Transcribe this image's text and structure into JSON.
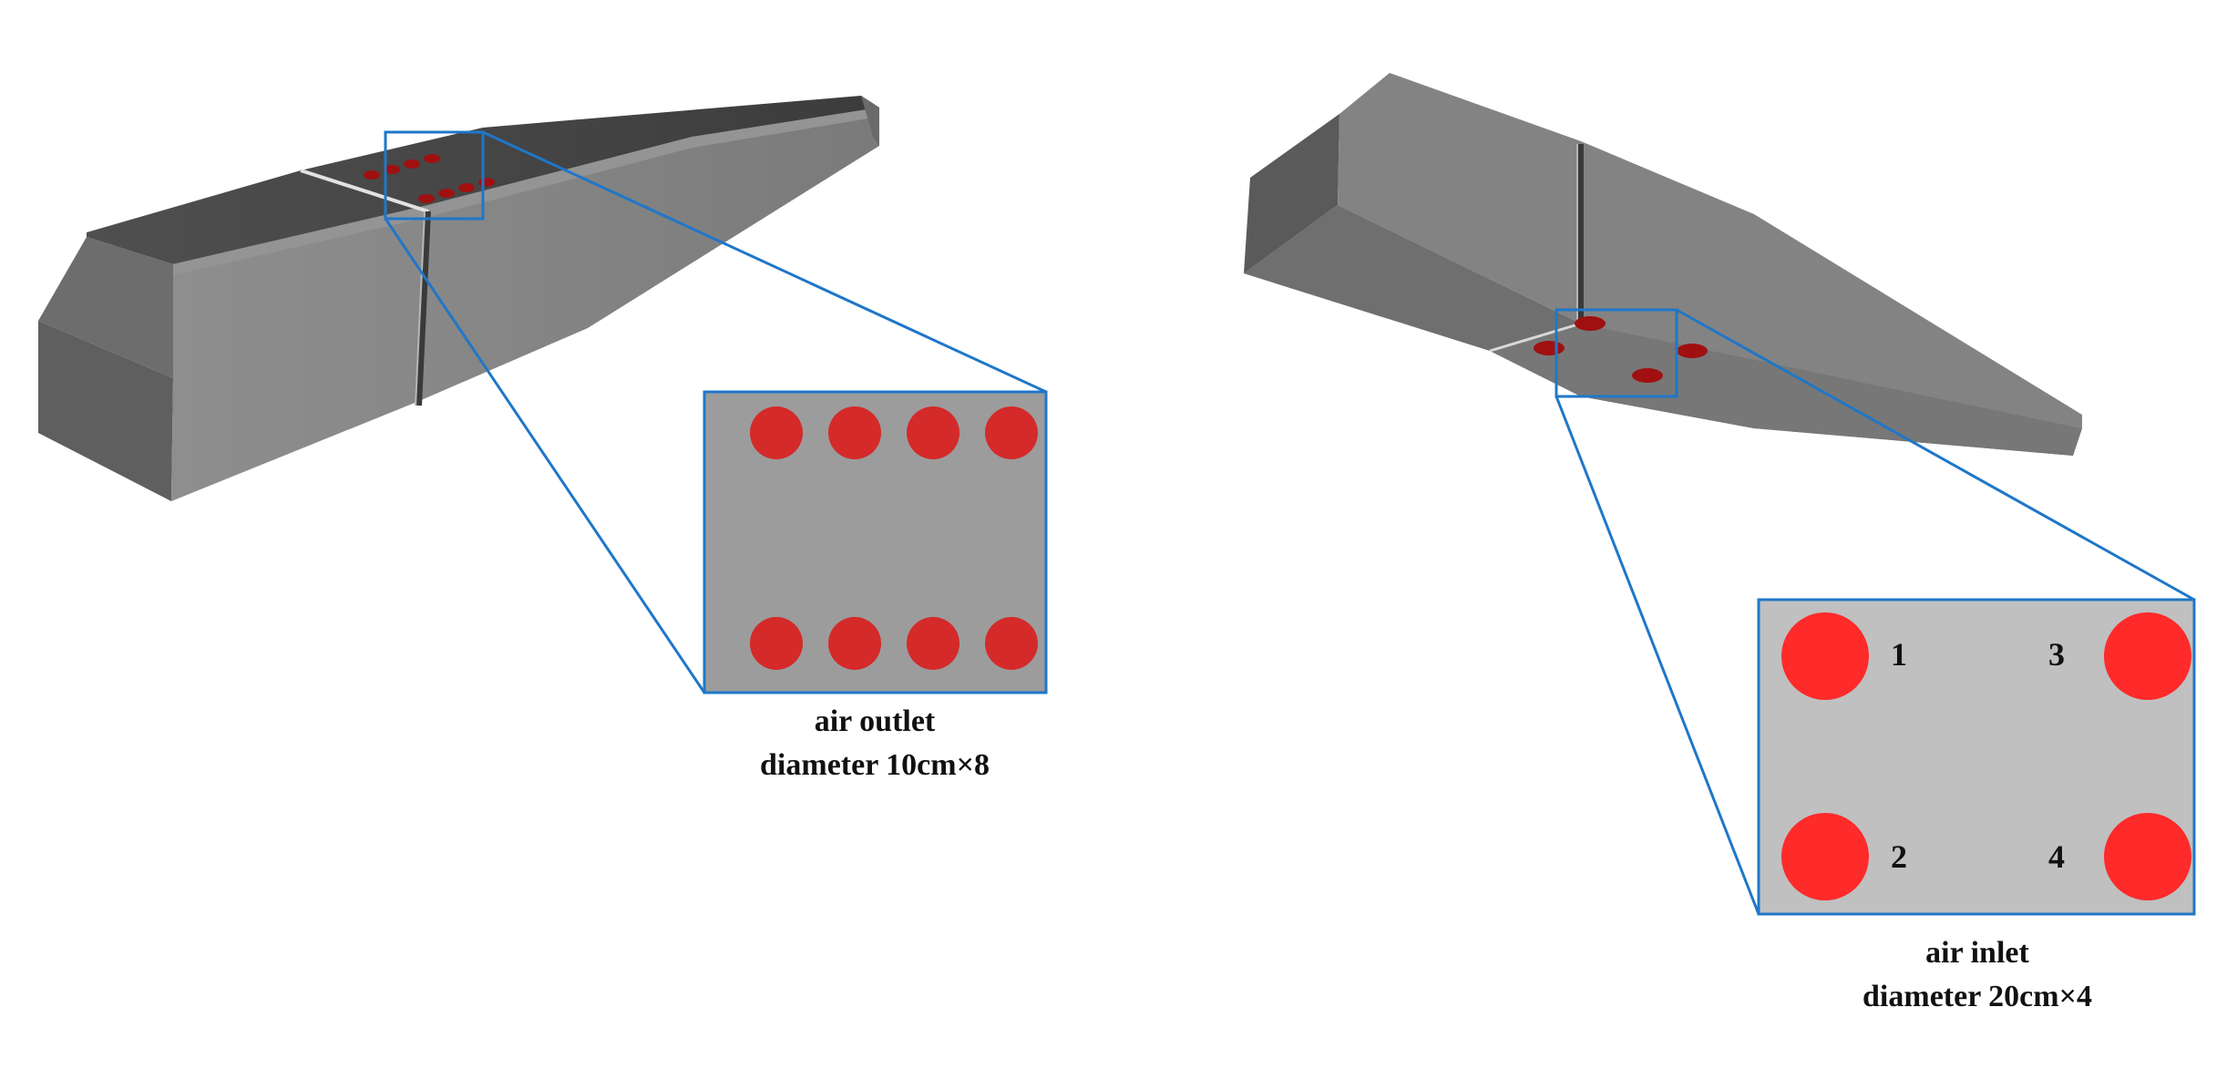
{
  "outlet": {
    "caption_line1": "air outlet",
    "caption_line2": "diameter 10cm×8"
  },
  "inlet": {
    "caption_line1": "air inlet",
    "caption_line2": "diameter 20cm×4",
    "labels": [
      "1",
      "2",
      "3",
      "4"
    ]
  },
  "colors": {
    "body_light": "#9a9a9a",
    "body_mid": "#7e7e7e",
    "body_dark": "#555555",
    "hole_small": "#a01010",
    "hole_large": "#d42a2a",
    "hole_inlet": "#ff2a2a",
    "callout": "#1f77c8",
    "panel_outlet": "#9c9c9c",
    "panel_inlet": "#c0c0c0"
  }
}
